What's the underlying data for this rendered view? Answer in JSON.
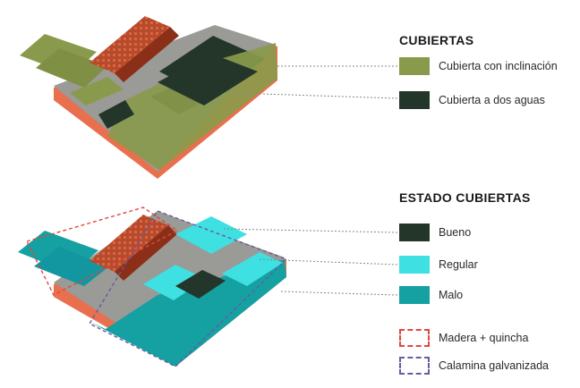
{
  "cubiertas": {
    "title": "CUBIERTAS",
    "items": [
      {
        "label": "Cubierta con inclinación",
        "color": "#8a9a4c"
      },
      {
        "label": "Cubierta a dos aguas",
        "color": "#24362a"
      }
    ]
  },
  "estado": {
    "title": "ESTADO CUBIERTAS",
    "items": [
      {
        "label": "Bueno",
        "color": "#24362a"
      },
      {
        "label": "Regular",
        "color": "#3ee0e2"
      },
      {
        "label": "Malo",
        "color": "#15a0a2"
      }
    ],
    "outline_items": [
      {
        "label": "Madera + quincha",
        "color": "#e0473f"
      },
      {
        "label": "Calamina galvanizada",
        "color": "#6a5aa0"
      }
    ]
  },
  "colors": {
    "roof_green": "#8a9a4c",
    "roof_dark": "#24362a",
    "base_red": "#e8704f",
    "courtyard_gray": "#8c8c8c",
    "teal_regular": "#3ee0e2",
    "teal_malo": "#15a0a2"
  }
}
